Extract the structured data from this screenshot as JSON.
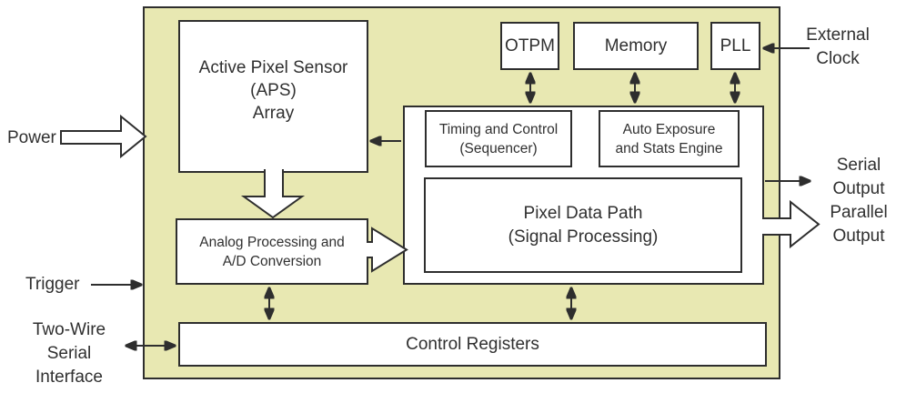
{
  "chip": {
    "background_color": "#e8e8b2",
    "line_color": "#2e2e2e",
    "blocks": {
      "aps": {
        "line1": "Active Pixel Sensor",
        "line2": "(APS)",
        "line3": "Array"
      },
      "otpm": {
        "label": "OTPM"
      },
      "memory": {
        "label": "Memory"
      },
      "pll": {
        "label": "PLL"
      },
      "timing": {
        "line1": "Timing and Control",
        "line2": "(Sequencer)"
      },
      "auto_exposure": {
        "line1": "Auto Exposure",
        "line2": "and Stats Engine"
      },
      "pixel_data_path": {
        "line1": "Pixel Data Path",
        "line2": "(Signal Processing)"
      },
      "analog": {
        "line1": "Analog Processing and",
        "line2": "A/D Conversion"
      },
      "control_registers": {
        "label": "Control Registers"
      }
    }
  },
  "io_labels": {
    "power": "Power",
    "trigger": "Trigger",
    "two_wire_line1": "Two-Wire",
    "two_wire_line2": "Serial",
    "two_wire_line3": "Interface",
    "external_clock_line1": "External",
    "external_clock_line2": "Clock",
    "serial_output_line1": "Serial",
    "serial_output_line2": "Output",
    "parallel_output_line1": "Parallel",
    "parallel_output_line2": "Output"
  }
}
